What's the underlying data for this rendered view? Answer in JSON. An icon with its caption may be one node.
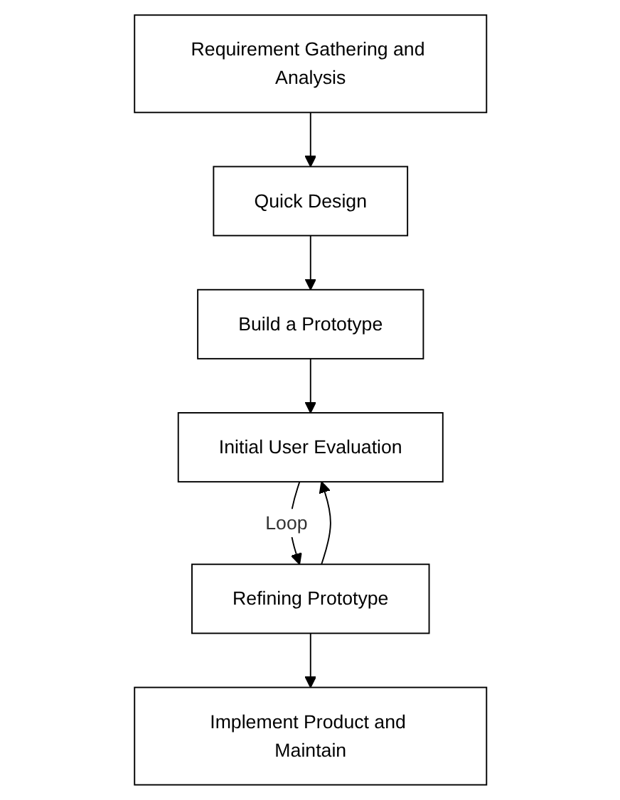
{
  "diagram": {
    "nodes": [
      {
        "text": [
          "Requirement Gathering and Analysis"
        ]
      },
      {
        "text": [
          "Quick Design"
        ]
      },
      {
        "text": [
          "Build a Prototype"
        ]
      },
      {
        "text": [
          "Initial User Evaluation"
        ]
      },
      {
        "text": [
          "Refining Prototype"
        ]
      },
      {
        "text": [
          "Implement Product and Maintain"
        ]
      }
    ],
    "edges": [
      {
        "from": 0,
        "to": 1,
        "arrow": "to"
      },
      {
        "from": 1,
        "to": 2,
        "arrow": "to"
      },
      {
        "from": 2,
        "to": 3,
        "arrow": "to"
      },
      {
        "from": 3,
        "to": 4,
        "arrow": "to",
        "label": "Loop"
      },
      {
        "from": 4,
        "to": 3,
        "arrow": "to"
      },
      {
        "from": 4,
        "to": 5,
        "arrow": "to"
      }
    ]
  }
}
